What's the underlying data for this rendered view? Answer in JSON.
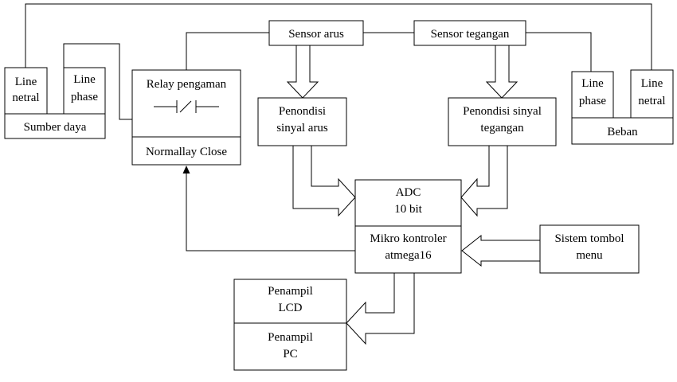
{
  "blocks": {
    "sumber_line_netral": [
      "Line",
      "netral"
    ],
    "sumber_line_phase": [
      "Line",
      "phase"
    ],
    "sumber_daya": "Sumber daya",
    "relay_title": "Relay pengaman",
    "relay_nc": "Normallay Close",
    "sensor_arus": "Sensor arus",
    "sensor_tegangan": "Sensor tegangan",
    "pen_arus": [
      "Penondisi",
      "sinyal arus"
    ],
    "pen_tegangan": [
      "Penondisi sinyal",
      "tegangan"
    ],
    "beban_line_phase": [
      "Line",
      "phase"
    ],
    "beban_line_netral": [
      "Line",
      "netral"
    ],
    "beban": "Beban",
    "adc": [
      "ADC",
      "10 bit"
    ],
    "mikro": [
      "Mikro kontroler",
      "atmega16"
    ],
    "tombol": [
      "Sistem tombol",
      "menu"
    ],
    "lcd": [
      "Penampil",
      "LCD"
    ],
    "pc": [
      "Penampil",
      "PC"
    ]
  }
}
